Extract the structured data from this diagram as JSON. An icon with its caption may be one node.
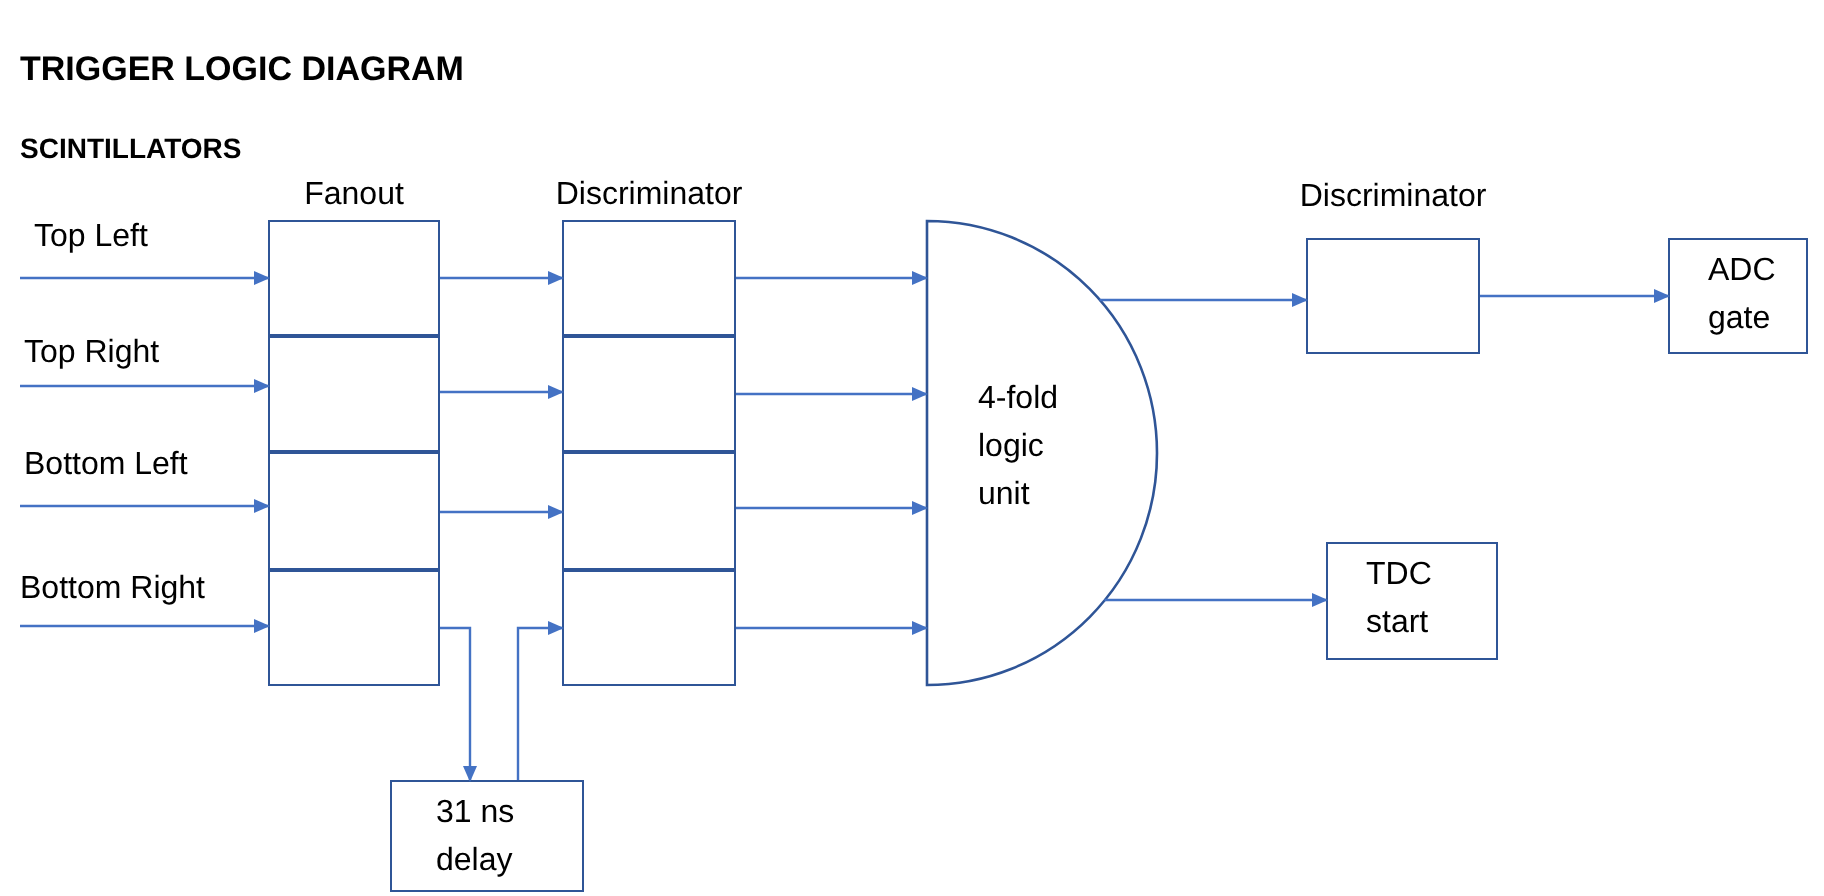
{
  "diagram": {
    "title": "TRIGGER LOGIC DIAGRAM",
    "nodes": [
      {
        "text": [
          "Fanout"
        ]
      },
      {
        "text": [],
        "shape": "box",
        "in": 0
      },
      {
        "text": [],
        "shape": "box",
        "in": 0
      },
      {
        "text": [],
        "shape": "box",
        "in": 0
      },
      {
        "text": [],
        "shape": "box",
        "in": 0
      },
      {
        "text": [
          "Discriminator"
        ]
      },
      {
        "text": [],
        "shape": "box",
        "in": 5
      },
      {
        "text": [],
        "shape": "box",
        "in": 5
      },
      {
        "text": [],
        "shape": "box",
        "in": 5
      },
      {
        "text": [],
        "shape": "box",
        "in": 5
      },
      {
        "text": [
          "4-fold logic unit"
        ]
      },
      {
        "text": [
          "Discriminator"
        ]
      },
      {
        "text": [
          "ADC gate"
        ]
      },
      {
        "text": [
          "TDC start"
        ]
      },
      {
        "text": [
          "31 ns delay"
        ]
      },
      {
        "text": [
          "Top Left"
        ]
      },
      {
        "text": [
          "Top Right"
        ]
      },
      {
        "text": [
          "Bottom Left"
        ]
      },
      {
        "text": [
          "Bottom Right"
        ]
      }
    ],
    "edges": [
      {
        "from": 15,
        "to": 1,
        "arrow": "to"
      },
      {
        "from": 16,
        "to": 2,
        "arrow": "to"
      },
      {
        "from": 17,
        "to": 3,
        "arrow": "to"
      },
      {
        "from": 18,
        "to": 4,
        "arrow": "to"
      },
      {
        "from": 1,
        "to": 6,
        "arrow": "to"
      },
      {
        "from": 2,
        "to": 7,
        "arrow": "to"
      },
      {
        "from": 3,
        "to": 8,
        "arrow": "to"
      },
      {
        "from": 4,
        "to": 14,
        "arrow": "to"
      },
      {
        "from": 14,
        "to": 9,
        "arrow": "to"
      },
      {
        "from": 6,
        "to": 10,
        "arrow": "to"
      },
      {
        "from": 7,
        "to": 10,
        "arrow": "to"
      },
      {
        "from": 8,
        "to": 10,
        "arrow": "to"
      },
      {
        "from": 9,
        "to": 10,
        "arrow": "to"
      },
      {
        "from": 10,
        "to": 11,
        "arrow": "to"
      },
      {
        "from": 11,
        "to": 12,
        "arrow": "to"
      },
      {
        "from": 10,
        "to": 13,
        "arrow": "to"
      }
    ],
    "labels": [
      "SCINTILLATORS"
    ]
  }
}
